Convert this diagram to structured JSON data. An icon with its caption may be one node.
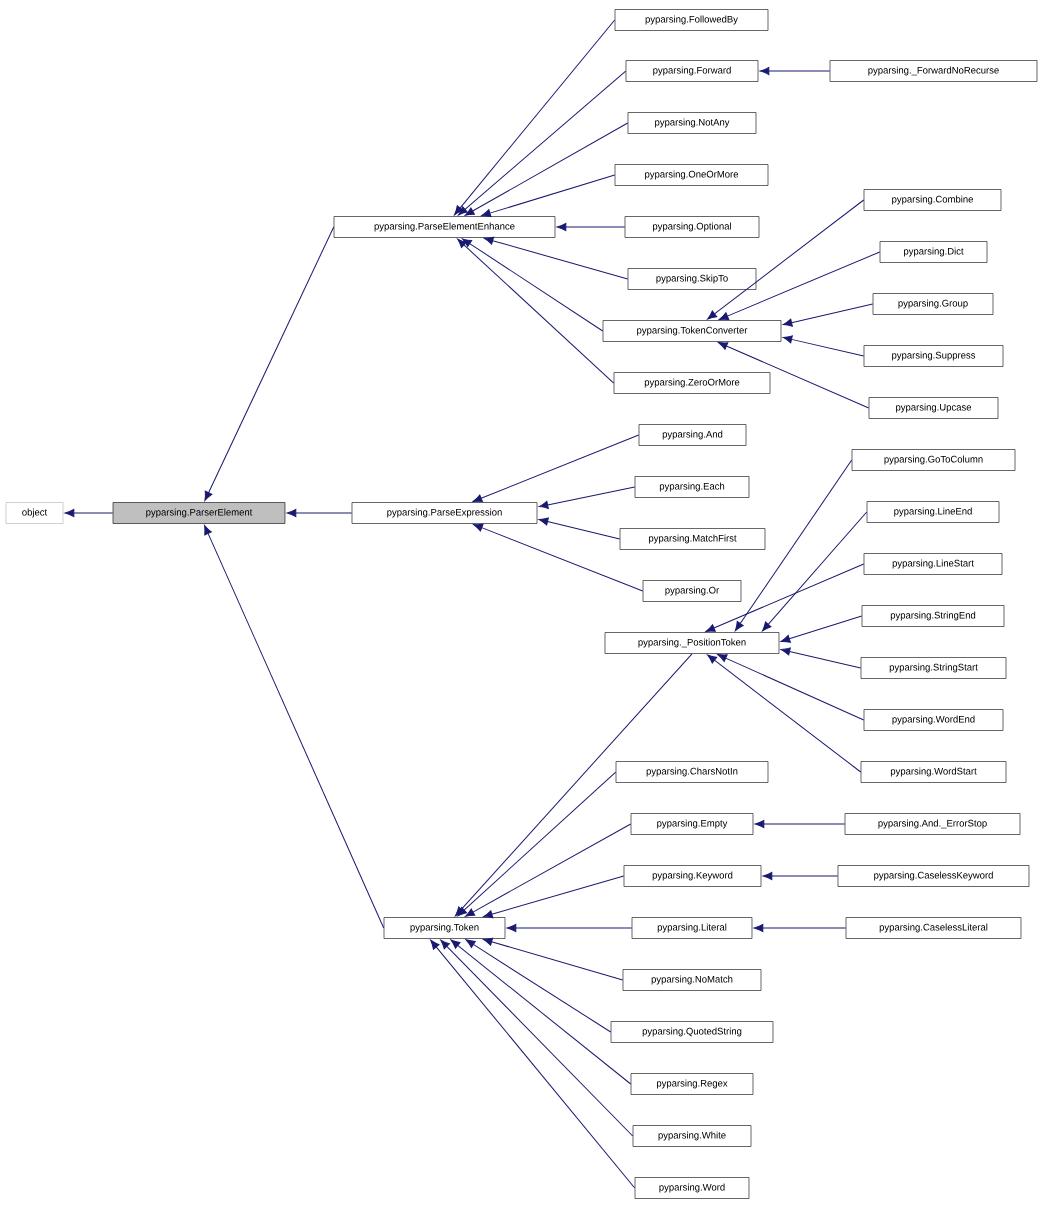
{
  "diagram": {
    "nodes": [
      {
        "text": [
          "object"
        ]
      },
      {
        "text": [
          "pyparsing.ParserElement"
        ]
      },
      {
        "text": [
          "pyparsing.ParseElementEnhance"
        ]
      },
      {
        "text": [
          "pyparsing.ParseExpression"
        ]
      },
      {
        "text": [
          "pyparsing.Token"
        ]
      },
      {
        "text": [
          "pyparsing.FollowedBy"
        ]
      },
      {
        "text": [
          "pyparsing.Forward"
        ]
      },
      {
        "text": [
          "pyparsing._ForwardNoRecurse"
        ]
      },
      {
        "text": [
          "pyparsing.NotAny"
        ]
      },
      {
        "text": [
          "pyparsing.OneOrMore"
        ]
      },
      {
        "text": [
          "pyparsing.Optional"
        ]
      },
      {
        "text": [
          "pyparsing.SkipTo"
        ]
      },
      {
        "text": [
          "pyparsing.TokenConverter"
        ]
      },
      {
        "text": [
          "pyparsing.Combine"
        ]
      },
      {
        "text": [
          "pyparsing.Dict"
        ]
      },
      {
        "text": [
          "pyparsing.Group"
        ]
      },
      {
        "text": [
          "pyparsing.Suppress"
        ]
      },
      {
        "text": [
          "pyparsing.Upcase"
        ]
      },
      {
        "text": [
          "pyparsing.ZeroOrMore"
        ]
      },
      {
        "text": [
          "pyparsing.And"
        ]
      },
      {
        "text": [
          "pyparsing.Each"
        ]
      },
      {
        "text": [
          "pyparsing.MatchFirst"
        ]
      },
      {
        "text": [
          "pyparsing.Or"
        ]
      },
      {
        "text": [
          "pyparsing._PositionToken"
        ]
      },
      {
        "text": [
          "pyparsing.GoToColumn"
        ]
      },
      {
        "text": [
          "pyparsing.LineEnd"
        ]
      },
      {
        "text": [
          "pyparsing.LineStart"
        ]
      },
      {
        "text": [
          "pyparsing.StringEnd"
        ]
      },
      {
        "text": [
          "pyparsing.StringStart"
        ]
      },
      {
        "text": [
          "pyparsing.WordEnd"
        ]
      },
      {
        "text": [
          "pyparsing.WordStart"
        ]
      },
      {
        "text": [
          "pyparsing.CharsNotIn"
        ]
      },
      {
        "text": [
          "pyparsing.Empty"
        ]
      },
      {
        "text": [
          "pyparsing.And._ErrorStop"
        ]
      },
      {
        "text": [
          "pyparsing.Keyword"
        ]
      },
      {
        "text": [
          "pyparsing.CaselessKeyword"
        ]
      },
      {
        "text": [
          "pyparsing.Literal"
        ]
      },
      {
        "text": [
          "pyparsing.CaselessLiteral"
        ]
      },
      {
        "text": [
          "pyparsing.NoMatch"
        ]
      },
      {
        "text": [
          "pyparsing.QuotedString"
        ]
      },
      {
        "text": [
          "pyparsing.Regex"
        ]
      },
      {
        "text": [
          "pyparsing.White"
        ]
      },
      {
        "text": [
          "pyparsing.Word"
        ]
      }
    ],
    "edges": [
      {
        "from": 1,
        "to": 0,
        "arrow": "to"
      },
      {
        "from": 2,
        "to": 1,
        "arrow": "to"
      },
      {
        "from": 3,
        "to": 1,
        "arrow": "to"
      },
      {
        "from": 4,
        "to": 1,
        "arrow": "to"
      },
      {
        "from": 5,
        "to": 2,
        "arrow": "to"
      },
      {
        "from": 6,
        "to": 2,
        "arrow": "to"
      },
      {
        "from": 7,
        "to": 6,
        "arrow": "to"
      },
      {
        "from": 8,
        "to": 2,
        "arrow": "to"
      },
      {
        "from": 9,
        "to": 2,
        "arrow": "to"
      },
      {
        "from": 10,
        "to": 2,
        "arrow": "to"
      },
      {
        "from": 11,
        "to": 2,
        "arrow": "to"
      },
      {
        "from": 12,
        "to": 2,
        "arrow": "to"
      },
      {
        "from": 13,
        "to": 12,
        "arrow": "to"
      },
      {
        "from": 14,
        "to": 12,
        "arrow": "to"
      },
      {
        "from": 15,
        "to": 12,
        "arrow": "to"
      },
      {
        "from": 16,
        "to": 12,
        "arrow": "to"
      },
      {
        "from": 17,
        "to": 12,
        "arrow": "to"
      },
      {
        "from": 18,
        "to": 2,
        "arrow": "to"
      },
      {
        "from": 19,
        "to": 3,
        "arrow": "to"
      },
      {
        "from": 20,
        "to": 3,
        "arrow": "to"
      },
      {
        "from": 21,
        "to": 3,
        "arrow": "to"
      },
      {
        "from": 22,
        "to": 3,
        "arrow": "to"
      },
      {
        "from": 23,
        "to": 4,
        "arrow": "to"
      },
      {
        "from": 24,
        "to": 23,
        "arrow": "to"
      },
      {
        "from": 25,
        "to": 23,
        "arrow": "to"
      },
      {
        "from": 26,
        "to": 23,
        "arrow": "to"
      },
      {
        "from": 27,
        "to": 23,
        "arrow": "to"
      },
      {
        "from": 28,
        "to": 23,
        "arrow": "to"
      },
      {
        "from": 29,
        "to": 23,
        "arrow": "to"
      },
      {
        "from": 30,
        "to": 23,
        "arrow": "to"
      },
      {
        "from": 31,
        "to": 4,
        "arrow": "to"
      },
      {
        "from": 32,
        "to": 4,
        "arrow": "to"
      },
      {
        "from": 33,
        "to": 32,
        "arrow": "to"
      },
      {
        "from": 34,
        "to": 4,
        "arrow": "to"
      },
      {
        "from": 35,
        "to": 34,
        "arrow": "to"
      },
      {
        "from": 36,
        "to": 4,
        "arrow": "to"
      },
      {
        "from": 37,
        "to": 36,
        "arrow": "to"
      },
      {
        "from": 38,
        "to": 4,
        "arrow": "to"
      },
      {
        "from": 39,
        "to": 4,
        "arrow": "to"
      },
      {
        "from": 40,
        "to": 4,
        "arrow": "to"
      },
      {
        "from": 41,
        "to": 4,
        "arrow": "to"
      },
      {
        "from": 42,
        "to": 4,
        "arrow": "to"
      }
    ]
  }
}
